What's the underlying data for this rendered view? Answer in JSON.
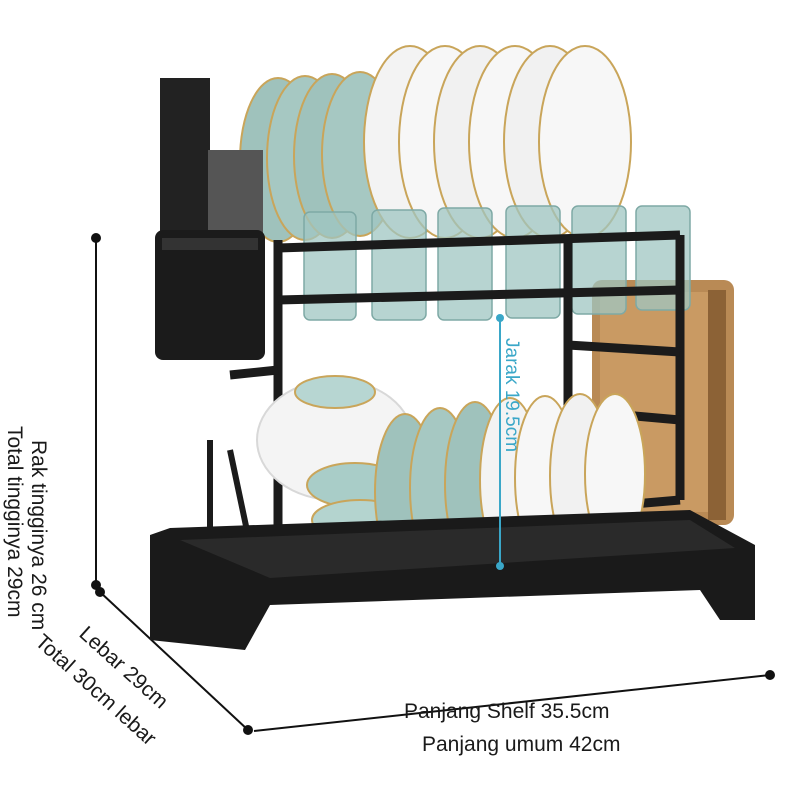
{
  "labels": {
    "shelf_length": "Panjang Shelf 35.5cm",
    "total_length": "Panjang umum 42cm",
    "rack_height": "Rak tingginya 26 cm",
    "total_height": "Total tingginya 29cm",
    "width": "Lebar 29cm",
    "total_width": "Total 30cm lebar",
    "gap": "Jarak 19.5cm"
  },
  "colors": {
    "rack": "#1b1b1b",
    "plate_green": "#9fc2bc",
    "plate_white": "#f3f3f3",
    "plate_rim": "#c9a55a",
    "cup_glass": "#8fb8b4",
    "board_wood": "#b98a55",
    "measure_line": "#111111",
    "gap_line": "#3aa7c8"
  },
  "icons": {
    "utensil_holder": "utensil-cup-icon"
  }
}
